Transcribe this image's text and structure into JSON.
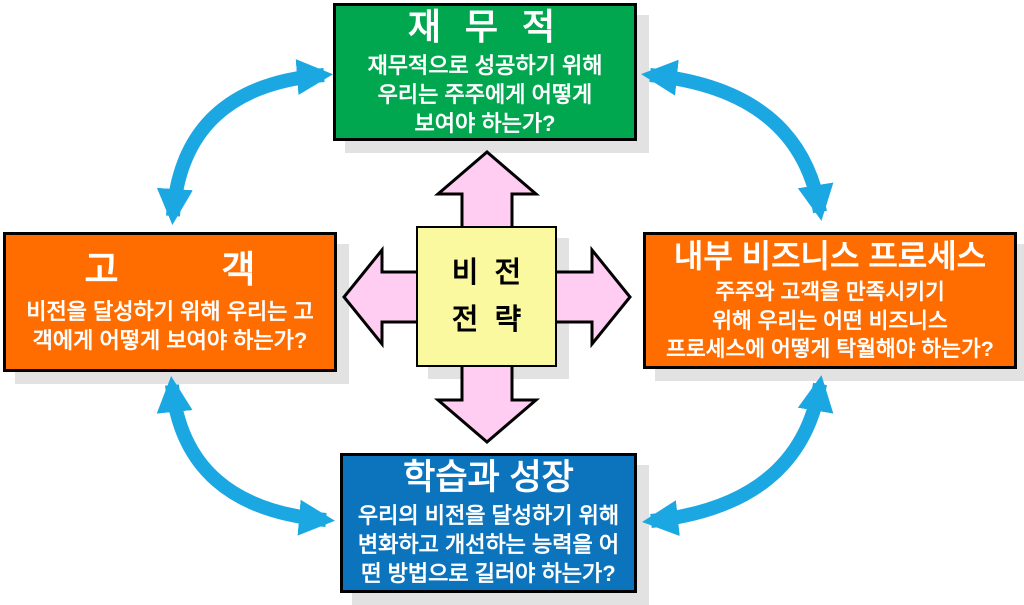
{
  "boxes": {
    "financial": {
      "title": "재 무 적",
      "lines": [
        "재무적으로 성공하기 위해",
        "우리는 주주에게 어떻게",
        "보여야 하는가?"
      ]
    },
    "customer": {
      "title": "고          객",
      "lines": [
        "비전을 달성하기 위해 우리는 고",
        "객에게 어떻게 보여야 하는가?"
      ]
    },
    "internal": {
      "title": "내부 비즈니스 프로세스",
      "lines": [
        "주주와 고객을 만족시키기",
        "위해 우리는 어떤 비즈니스",
        "프로세스에 어떻게 탁월해야 하는가?"
      ]
    },
    "learning": {
      "title": "학습과 성장",
      "lines": [
        "우리의 비전을 달성하기 위해",
        "변화하고 개선하는 능력을 어",
        "떤 방법으로 길러야 하는가?"
      ]
    },
    "vision": {
      "line1": "비  전",
      "line2": "전  략"
    }
  },
  "colors": {
    "financial_green": "#00A74E",
    "customer_orange": "#FF6C00",
    "internal_orange": "#FF6C00",
    "learning_blue": "#0B74BD",
    "vision_yellow": "#FBF9A0",
    "cycle_arrow_cyan": "#1BA8E2",
    "cross_arrow_pink": "#FFCCF2",
    "shadow_gray": "#E2E2E2",
    "outline_black": "#000000"
  }
}
